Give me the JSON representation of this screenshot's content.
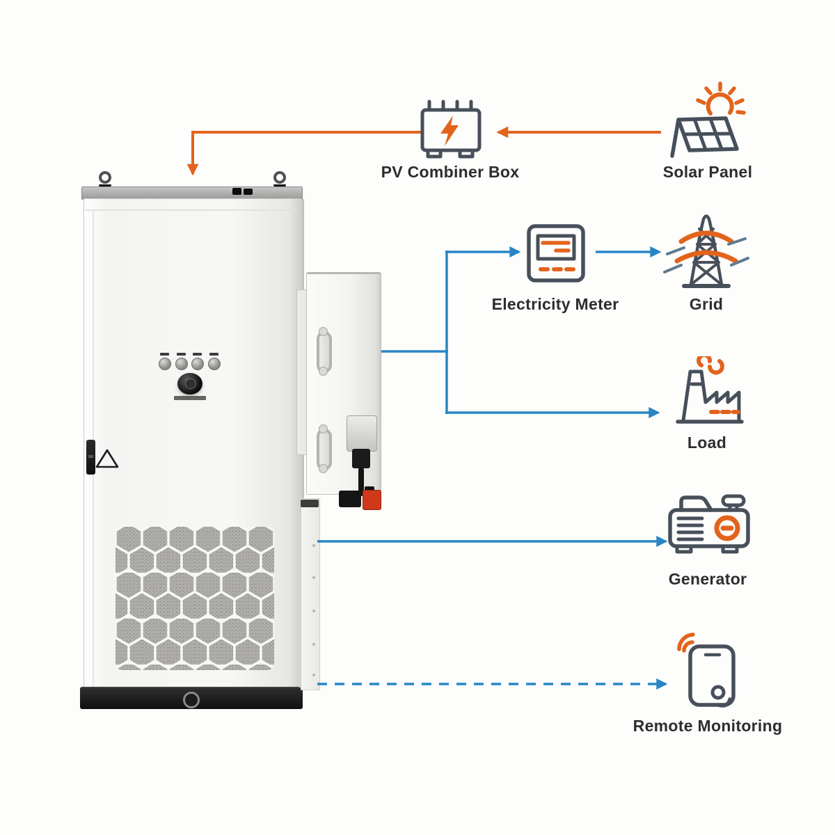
{
  "theme": {
    "orange": "#e2641c",
    "blue": "#2886c5",
    "icon_gray": "#47505a",
    "line_gray_blue": "#5c7b90",
    "text_color": "#2d2d2d"
  },
  "diagram": {
    "central_device": {
      "name": "energy-storage-cabinet-with-inverter"
    },
    "nodes": {
      "pv_combiner": {
        "label": "PV Combiner Box",
        "icon": "pv-combiner-box-icon"
      },
      "solar_panel": {
        "label": "Solar Panel",
        "icon": "solar-panel-icon"
      },
      "electricity_meter": {
        "label": "Electricity Meter",
        "icon": "electricity-meter-icon"
      },
      "grid": {
        "label": "Grid",
        "icon": "grid-tower-icon"
      },
      "load": {
        "label": "Load",
        "icon": "factory-load-icon"
      },
      "generator": {
        "label": "Generator",
        "icon": "generator-icon"
      },
      "remote_monitoring": {
        "label": "Remote Monitoring",
        "icon": "smartphone-wifi-icon"
      }
    },
    "connections": [
      {
        "from": "solar_panel",
        "to": "pv_combiner",
        "style": "solid",
        "color": "orange"
      },
      {
        "from": "pv_combiner",
        "to": "energy-storage-cabinet",
        "style": "solid",
        "color": "orange"
      },
      {
        "from": "energy-storage-cabinet",
        "to": "electricity_meter",
        "style": "solid",
        "color": "blue"
      },
      {
        "from": "electricity_meter",
        "to": "grid",
        "style": "solid",
        "color": "blue"
      },
      {
        "from": "energy-storage-cabinet",
        "to": "load",
        "style": "solid",
        "color": "blue"
      },
      {
        "from": "energy-storage-cabinet",
        "to": "generator",
        "style": "solid",
        "color": "blue"
      },
      {
        "from": "energy-storage-cabinet",
        "to": "remote_monitoring",
        "style": "dashed",
        "color": "blue"
      }
    ]
  }
}
